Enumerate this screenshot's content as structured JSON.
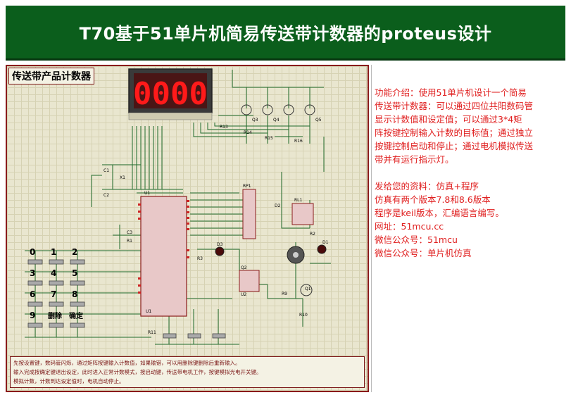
{
  "banner": {
    "title": "T70基于51单片机简易传送带计数器的proteus设计"
  },
  "schematic": {
    "title": "传送带产品计数器",
    "display_value": "0000",
    "display_color": "#ff1a1a",
    "keypad_labels": [
      "0",
      "1",
      "2",
      "3",
      "4",
      "5",
      "6",
      "7",
      "8",
      "9",
      "删除",
      "确定"
    ],
    "component_refs": [
      "Q1",
      "Q2",
      "Q3",
      "Q4",
      "Q5",
      "R13",
      "R14",
      "R15",
      "R16",
      "RP1",
      "C1",
      "C2",
      "C3",
      "X1",
      "U1",
      "U2",
      "D1",
      "D2",
      "D3",
      "RL1",
      "R1",
      "R2",
      "R3",
      "R9",
      "R10",
      "R11"
    ],
    "note_lines": [
      "先按设置键，数码管闪烁，通过矩阵按键输入计数值，如果输错，可以用删除键删除后重新输入。",
      "输入完成按确定键退出设定，此时进入正常计数模式，按启动键，传送带电机工作，按键模拟光电开关键。",
      "模拟计数，计数到达设定值时，电机自动停止。"
    ]
  },
  "info": {
    "intro_lines": [
      "功能介绍：使用51单片机设计一个简易",
      "传送带计数器：可以通过四位共阳数码管",
      "显示计数值和设定值；可以通过3*4矩",
      "阵按键控制输入计数的目标值；通过独立",
      "按键控制启动和停止；通过电机模拟传送",
      "带并有运行指示灯。"
    ],
    "resource_lines": [
      "发给您的资料：仿真+程序",
      "仿真有两个版本7.8和8.6版本",
      "程序是keil版本，汇编语言编写。",
      "网址：51mcu.cc",
      "微信公众号：51mcu",
      "微信公众号：单片机仿真"
    ]
  },
  "colors": {
    "banner_bg": "#0b5e1c",
    "text_red": "#e02020",
    "sheet_border": "#8a1b1b",
    "sheet_bg": "#e9e6cf",
    "wire": "#1f6b2b"
  }
}
